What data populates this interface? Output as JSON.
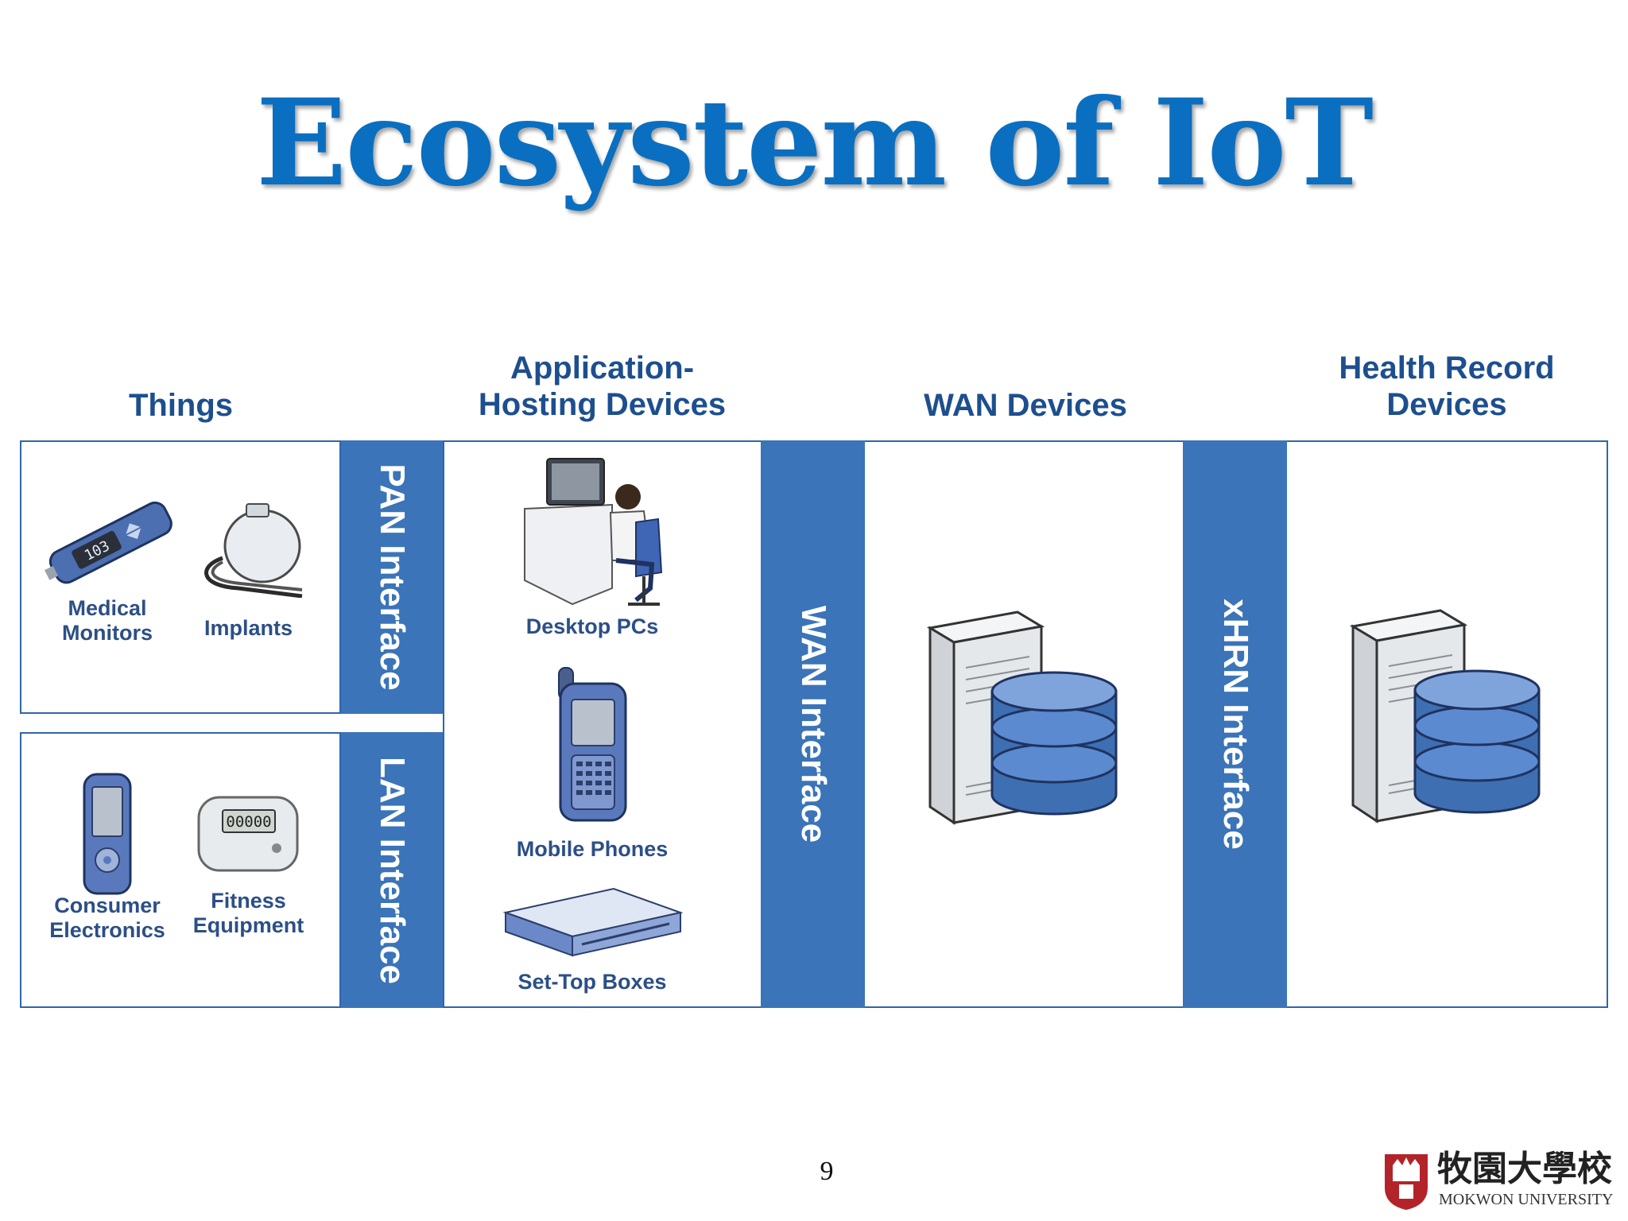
{
  "slide": {
    "title": "Ecosystem of IoT",
    "page_number": "9"
  },
  "columns": {
    "things": "Things",
    "app_hosting": [
      "Application-",
      "Hosting Devices"
    ],
    "wan_devices": "WAN Devices",
    "health_record": [
      "Health Record",
      "Devices"
    ]
  },
  "interfaces": {
    "pan": "PAN Interface",
    "lan": "LAN Interface",
    "wan": "WAN Interface",
    "xhrn": "xHRN Interface"
  },
  "things": {
    "medical_monitors": [
      "Medical",
      "Monitors"
    ],
    "monitor_display": "103",
    "implants": "Implants",
    "consumer_electronics": [
      "Consumer",
      "Electronics"
    ],
    "fitness_equipment": [
      "Fitness",
      "Equipment"
    ],
    "pedometer_display": "00000"
  },
  "app_devices": {
    "desktop": "Desktop PCs",
    "mobile": "Mobile Phones",
    "settop": "Set-Top Boxes"
  },
  "logo": {
    "name": "牧園大學校",
    "subtitle": "MOKWON UNIVERSITY"
  }
}
